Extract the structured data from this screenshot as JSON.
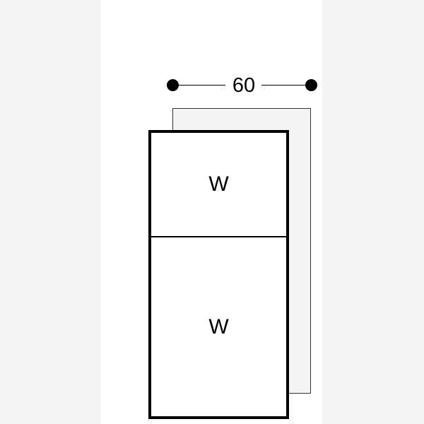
{
  "diagram": {
    "dimension": {
      "label": "60",
      "line_color": "#000000"
    },
    "back_panel": {
      "fill": "#f4f4f4",
      "border": "#333333"
    },
    "front_unit": {
      "border": "#000000",
      "sections": [
        {
          "label": "W"
        },
        {
          "label": "W"
        }
      ]
    },
    "colors": {
      "background": "#f4f4f4",
      "panel": "#ffffff"
    }
  }
}
